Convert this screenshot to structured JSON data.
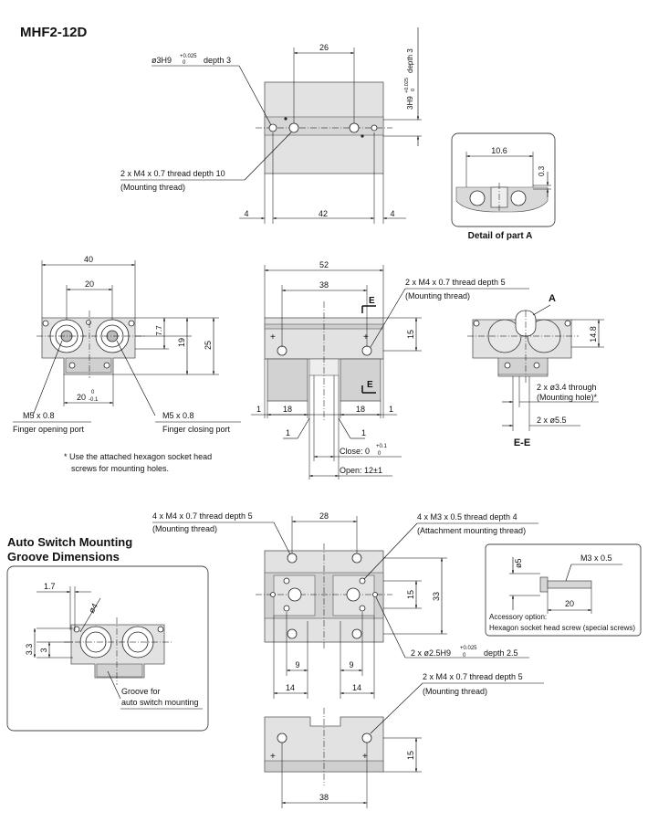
{
  "title": "MHF2-12D",
  "top_view": {
    "dim_26": "26",
    "dim_42": "42",
    "dim_4_left": "4",
    "dim_4_right": "4",
    "pin_hole_note": "ø3H9",
    "pin_hole_tol_upper": "+0.025",
    "pin_hole_tol_lower": "0",
    "pin_hole_depth": "depth 3",
    "side_note_main": "3H9",
    "side_note_tol_upper": "+0.025",
    "side_note_tol_lower": "0",
    "side_note_depth": "depth 3",
    "thread_note": "2 x M4 x 0.7 thread depth 10",
    "thread_note_sub": "(Mounting thread)"
  },
  "detail_a": {
    "dim_10_6": "10.6",
    "dim_0_3": "0.3",
    "caption": "Detail of part A"
  },
  "end_view": {
    "dim_40": "40",
    "dim_20": "20",
    "dim_7_7": "7.7",
    "dim_19": "19",
    "dim_25": "25",
    "dim_20_tol_main": "20",
    "dim_20_tol_upper": "0",
    "dim_20_tol_lower": "-0.1",
    "port_open": "M5 x 0.8",
    "port_open_label": "Finger opening port",
    "port_close": "M5 x 0.8",
    "port_close_label": "Finger closing port",
    "footnote_line1": "* Use the attached hexagon socket head",
    "footnote_line2": "screws for mounting holes."
  },
  "front_view": {
    "dim_52": "52",
    "dim_38": "38",
    "dim_15": "15",
    "dim_1_left": "1",
    "dim_18_left": "18",
    "dim_18_right": "18",
    "dim_1_right": "1",
    "dim_1_finger_left": "1",
    "dim_1_finger_right": "1",
    "section_mark_top": "E",
    "section_mark_bottom": "E",
    "thread_note": "2 x M4 x 0.7  thread depth 5",
    "thread_note_sub": "(Mounting thread)",
    "close_label": "Close: 0",
    "close_upper": "+0.1",
    "close_lower": "0",
    "open_label": "Open: 12±1"
  },
  "section_ee": {
    "mark_a": "A",
    "dim_14_8": "14.8",
    "through_note": "2 x ø3.4 through",
    "through_note_sub": "(Mounting hole)*",
    "counterbore_note": "2 x ø5.5",
    "caption": "E-E"
  },
  "auto_switch": {
    "heading_line1": "Auto Switch Mounting",
    "heading_line2": "Groove Dimensions",
    "dim_1_7": "1.7",
    "dim_phi4": "ø4",
    "dim_3_3": "3.3",
    "dim_3": "3",
    "groove_label_line1": "Groove for",
    "groove_label_line2": "auto switch mounting"
  },
  "bottom_view": {
    "thread_note": "4 x M4 x 0.7  thread depth 5",
    "thread_note_sub": "(Mounting thread)",
    "attach_note": "4 x M3 x 0.5  thread depth 4",
    "attach_note_sub": "(Attachment mounting thread)",
    "dim_28": "28",
    "dim_15": "15",
    "dim_33": "33",
    "dim_9_left": "9",
    "dim_9_right": "9",
    "dim_14_left": "14",
    "dim_14_right": "14",
    "pin_note": "2 x ø2.5H9",
    "pin_tol_upper": "+0.025",
    "pin_tol_lower": "0",
    "pin_depth": "depth 2.5"
  },
  "accessory": {
    "dim_phi5": "ø5",
    "screw_size": "M3 x 0.5",
    "dim_20": "20",
    "caption_line1": "Accessory option:",
    "caption_line2": "Hexagon socket head screw (special screws)"
  },
  "side_view": {
    "thread_note": "2 x M4 x 0.7  thread depth 5",
    "thread_note_sub": "(Mounting thread)",
    "dim_15": "15",
    "dim_38": "38"
  }
}
